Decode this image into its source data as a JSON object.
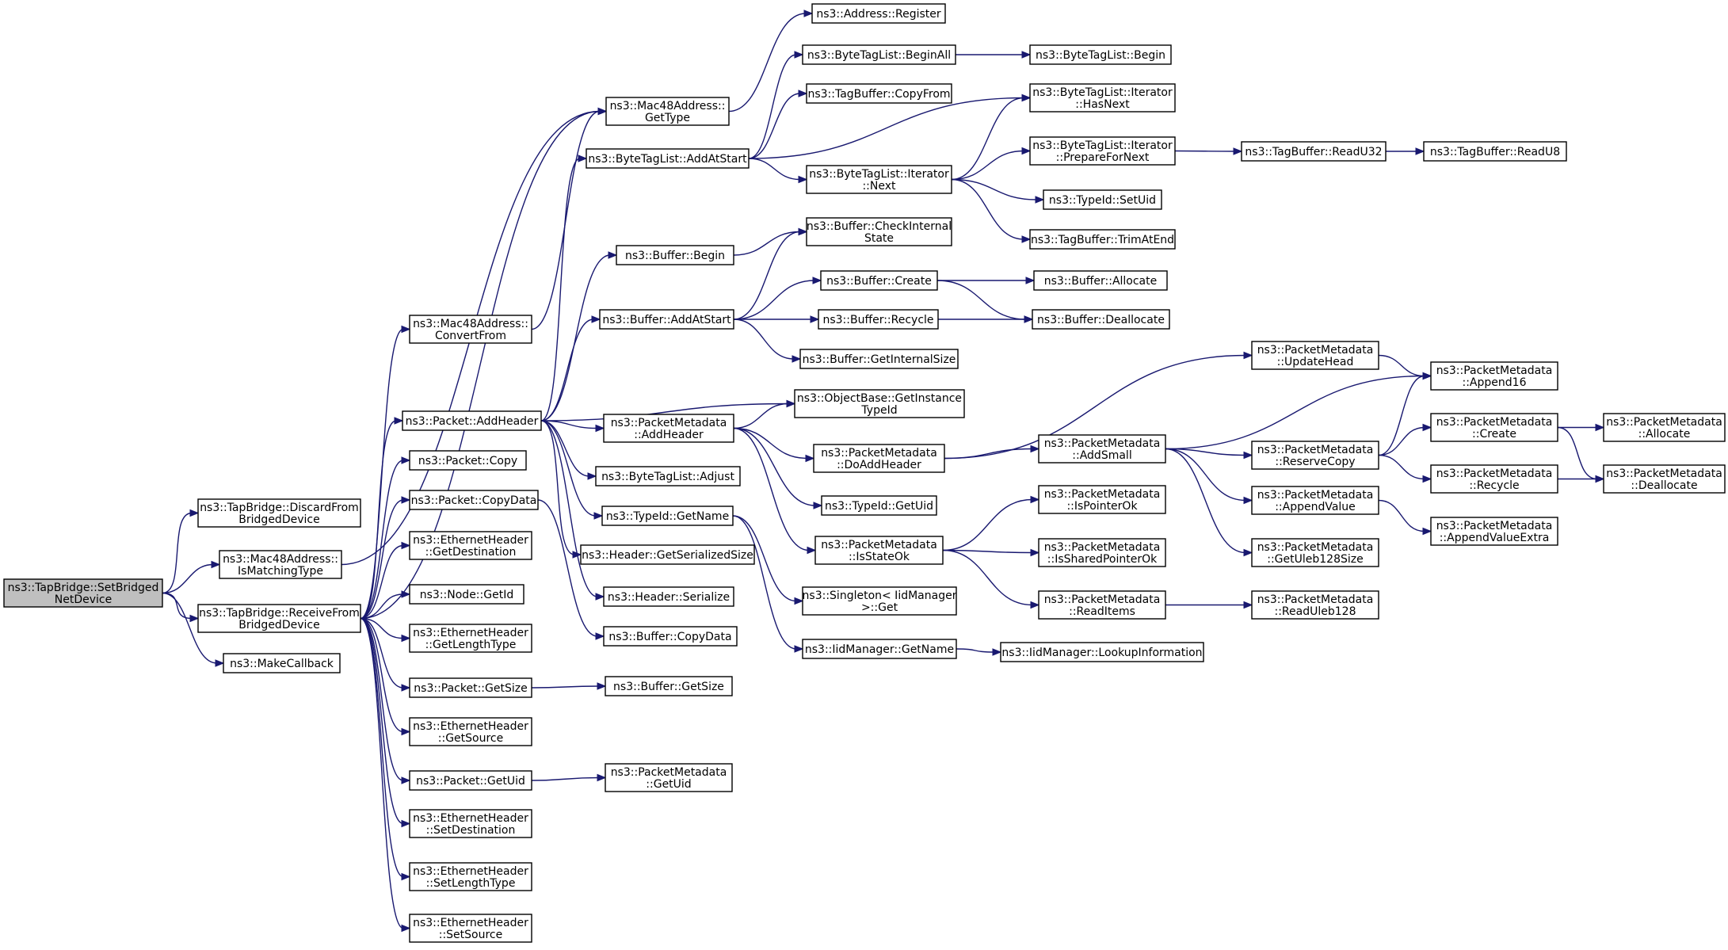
{
  "graph": {
    "root": "setbridged",
    "nodes": [
      {
        "id": "setbridged",
        "lines": [
          "ns3::TapBridge::SetBridged",
          "NetDevice"
        ]
      },
      {
        "id": "discardfrom",
        "lines": [
          "ns3::TapBridge::DiscardFrom",
          "BridgedDevice"
        ]
      },
      {
        "id": "ismatching",
        "lines": [
          "ns3::Mac48Address::",
          "IsMatchingType"
        ]
      },
      {
        "id": "receivefrom",
        "lines": [
          "ns3::TapBridge::ReceiveFrom",
          "BridgedDevice"
        ]
      },
      {
        "id": "makecallback",
        "lines": [
          "ns3::MakeCallback"
        ]
      },
      {
        "id": "convertfrom",
        "lines": [
          "ns3::Mac48Address::",
          "ConvertFrom"
        ]
      },
      {
        "id": "addheader",
        "lines": [
          "ns3::Packet::AddHeader"
        ]
      },
      {
        "id": "pcopy",
        "lines": [
          "ns3::Packet::Copy"
        ]
      },
      {
        "id": "pcopydata",
        "lines": [
          "ns3::Packet::CopyData"
        ]
      },
      {
        "id": "ethgetdest",
        "lines": [
          "ns3::EthernetHeader",
          "::GetDestination"
        ]
      },
      {
        "id": "nodegetid",
        "lines": [
          "ns3::Node::GetId"
        ]
      },
      {
        "id": "ethgetlen",
        "lines": [
          "ns3::EthernetHeader",
          "::GetLengthType"
        ]
      },
      {
        "id": "pgetsize",
        "lines": [
          "ns3::Packet::GetSize"
        ]
      },
      {
        "id": "ethgetsrc",
        "lines": [
          "ns3::EthernetHeader",
          "::GetSource"
        ]
      },
      {
        "id": "pgetuid",
        "lines": [
          "ns3::Packet::GetUid"
        ]
      },
      {
        "id": "ethsetdest",
        "lines": [
          "ns3::EthernetHeader",
          "::SetDestination"
        ]
      },
      {
        "id": "ethsetlen",
        "lines": [
          "ns3::EthernetHeader",
          "::SetLengthType"
        ]
      },
      {
        "id": "ethsetsrc",
        "lines": [
          "ns3::EthernetHeader",
          "::SetSource"
        ]
      },
      {
        "id": "mgettype",
        "lines": [
          "ns3::Mac48Address::",
          "GetType"
        ]
      },
      {
        "id": "btladdatstart",
        "lines": [
          "ns3::ByteTagList::AddAtStart"
        ]
      },
      {
        "id": "bufbegin",
        "lines": [
          "ns3::Buffer::Begin"
        ]
      },
      {
        "id": "bufaddatstart",
        "lines": [
          "ns3::Buffer::AddAtStart"
        ]
      },
      {
        "id": "pmaddheader",
        "lines": [
          "ns3::PacketMetadata",
          "::AddHeader"
        ]
      },
      {
        "id": "btladjust",
        "lines": [
          "ns3::ByteTagList::Adjust"
        ]
      },
      {
        "id": "typeidgetname",
        "lines": [
          "ns3::TypeId::GetName"
        ]
      },
      {
        "id": "hdrgetser",
        "lines": [
          "ns3::Header::GetSerializedSize"
        ]
      },
      {
        "id": "hdrser",
        "lines": [
          "ns3::Header::Serialize"
        ]
      },
      {
        "id": "bufcopydata",
        "lines": [
          "ns3::Buffer::CopyData"
        ]
      },
      {
        "id": "bufgetsize",
        "lines": [
          "ns3::Buffer::GetSize"
        ]
      },
      {
        "id": "pmgetuid",
        "lines": [
          "ns3::PacketMetadata",
          "::GetUid"
        ]
      },
      {
        "id": "addrregister",
        "lines": [
          "ns3::Address::Register"
        ]
      },
      {
        "id": "btlbeginall",
        "lines": [
          "ns3::ByteTagList::BeginAll"
        ]
      },
      {
        "id": "tagbufcopyfrom",
        "lines": [
          "ns3::TagBuffer::CopyFrom"
        ]
      },
      {
        "id": "btliternext",
        "lines": [
          "ns3::ByteTagList::Iterator",
          "::Next"
        ]
      },
      {
        "id": "bufcheckint",
        "lines": [
          "ns3::Buffer::CheckInternal",
          "State"
        ]
      },
      {
        "id": "bufcreate",
        "lines": [
          "ns3::Buffer::Create"
        ]
      },
      {
        "id": "bufrecycle",
        "lines": [
          "ns3::Buffer::Recycle"
        ]
      },
      {
        "id": "bufgetint",
        "lines": [
          "ns3::Buffer::GetInternalSize"
        ]
      },
      {
        "id": "objgetinst",
        "lines": [
          "ns3::ObjectBase::GetInstance",
          "TypeId"
        ]
      },
      {
        "id": "pmdoaddheader",
        "lines": [
          "ns3::PacketMetadata",
          "::DoAddHeader"
        ]
      },
      {
        "id": "typeidgetuid",
        "lines": [
          "ns3::TypeId::GetUid"
        ]
      },
      {
        "id": "pmisstateok",
        "lines": [
          "ns3::PacketMetadata",
          "::IsStateOk"
        ]
      },
      {
        "id": "singletonget",
        "lines": [
          "ns3::Singleton< IidManager",
          "&gt;::Get"
        ]
      },
      {
        "id": "iidgetname",
        "lines": [
          "ns3::IidManager::GetName"
        ]
      },
      {
        "id": "btlbegin",
        "lines": [
          "ns3::ByteTagList::Begin"
        ]
      },
      {
        "id": "btlhasnext",
        "lines": [
          "ns3::ByteTagList::Iterator",
          "::HasNext"
        ]
      },
      {
        "id": "btlprepare",
        "lines": [
          "ns3::ByteTagList::Iterator",
          "::PrepareForNext"
        ]
      },
      {
        "id": "typeidsetuid",
        "lines": [
          "ns3::TypeId::SetUid"
        ]
      },
      {
        "id": "tagbuftrim",
        "lines": [
          "ns3::TagBuffer::TrimAtEnd"
        ]
      },
      {
        "id": "bufallocate",
        "lines": [
          "ns3::Buffer::Allocate"
        ]
      },
      {
        "id": "bufdealloc",
        "lines": [
          "ns3::Buffer::Deallocate"
        ]
      },
      {
        "id": "pmaddsmall",
        "lines": [
          "ns3::PacketMetadata",
          "::AddSmall"
        ]
      },
      {
        "id": "pmupdatehead",
        "lines": [
          "ns3::PacketMetadata",
          "::UpdateHead"
        ]
      },
      {
        "id": "pmispointer",
        "lines": [
          "ns3::PacketMetadata",
          "::IsPointerOk"
        ]
      },
      {
        "id": "pmisshared",
        "lines": [
          "ns3::PacketMetadata",
          "::IsSharedPointerOk"
        ]
      },
      {
        "id": "pmreaditems",
        "lines": [
          "ns3::PacketMetadata",
          "::ReadItems"
        ]
      },
      {
        "id": "iidlookup",
        "lines": [
          "ns3::IidManager::LookupInformation"
        ]
      },
      {
        "id": "tagbufreadu32",
        "lines": [
          "ns3::TagBuffer::ReadU32"
        ]
      },
      {
        "id": "tagbufreadu8",
        "lines": [
          "ns3::TagBuffer::ReadU8"
        ]
      },
      {
        "id": "pmreservecopy",
        "lines": [
          "ns3::PacketMetadata",
          "::ReserveCopy"
        ]
      },
      {
        "id": "pmappendvalue",
        "lines": [
          "ns3::PacketMetadata",
          "::AppendValue"
        ]
      },
      {
        "id": "pmgetuleb",
        "lines": [
          "ns3::PacketMetadata",
          "::GetUleb128Size"
        ]
      },
      {
        "id": "pmreaduleb",
        "lines": [
          "ns3::PacketMetadata",
          "::ReadUleb128"
        ]
      },
      {
        "id": "pmappend16",
        "lines": [
          "ns3::PacketMetadata",
          "::Append16"
        ]
      },
      {
        "id": "pmcreate",
        "lines": [
          "ns3::PacketMetadata",
          "::Create"
        ]
      },
      {
        "id": "pmrecycle",
        "lines": [
          "ns3::PacketMetadata",
          "::Recycle"
        ]
      },
      {
        "id": "pmappendextra",
        "lines": [
          "ns3::PacketMetadata",
          "::AppendValueExtra"
        ]
      },
      {
        "id": "pmallocate",
        "lines": [
          "ns3::PacketMetadata",
          "::Allocate"
        ]
      },
      {
        "id": "pmdealloc",
        "lines": [
          "ns3::PacketMetadata",
          "::Deallocate"
        ]
      }
    ],
    "edges": [
      [
        "setbridged",
        "discardfrom"
      ],
      [
        "setbridged",
        "ismatching"
      ],
      [
        "setbridged",
        "receivefrom"
      ],
      [
        "setbridged",
        "makecallback"
      ],
      [
        "ismatching",
        "mgettype"
      ],
      [
        "receivefrom",
        "convertfrom"
      ],
      [
        "receivefrom",
        "addheader"
      ],
      [
        "receivefrom",
        "pcopy"
      ],
      [
        "receivefrom",
        "pcopydata"
      ],
      [
        "receivefrom",
        "ethgetdest"
      ],
      [
        "receivefrom",
        "nodegetid"
      ],
      [
        "receivefrom",
        "ethgetlen"
      ],
      [
        "receivefrom",
        "pgetsize"
      ],
      [
        "receivefrom",
        "ethgetsrc"
      ],
      [
        "receivefrom",
        "pgetuid"
      ],
      [
        "receivefrom",
        "ethsetdest"
      ],
      [
        "receivefrom",
        "ethsetlen"
      ],
      [
        "receivefrom",
        "ethsetsrc"
      ],
      [
        "receivefrom",
        "mgettype"
      ],
      [
        "convertfrom",
        "mgettype"
      ],
      [
        "addheader",
        "btladdatstart"
      ],
      [
        "addheader",
        "bufbegin"
      ],
      [
        "addheader",
        "bufaddatstart"
      ],
      [
        "addheader",
        "pmaddheader"
      ],
      [
        "addheader",
        "btladjust"
      ],
      [
        "addheader",
        "typeidgetname"
      ],
      [
        "addheader",
        "hdrgetser"
      ],
      [
        "addheader",
        "hdrser"
      ],
      [
        "addheader",
        "objgetinst"
      ],
      [
        "pcopydata",
        "bufcopydata"
      ],
      [
        "pgetsize",
        "bufgetsize"
      ],
      [
        "pgetuid",
        "pmgetuid"
      ],
      [
        "mgettype",
        "addrregister"
      ],
      [
        "btladdatstart",
        "btlbeginall"
      ],
      [
        "btladdatstart",
        "tagbufcopyfrom"
      ],
      [
        "btladdatstart",
        "btliternext"
      ],
      [
        "btladdatstart",
        "btlhasnext"
      ],
      [
        "bufbegin",
        "bufcheckint"
      ],
      [
        "bufaddatstart",
        "bufcheckint"
      ],
      [
        "bufaddatstart",
        "bufcreate"
      ],
      [
        "bufaddatstart",
        "bufrecycle"
      ],
      [
        "bufaddatstart",
        "bufgetint"
      ],
      [
        "pmaddheader",
        "objgetinst"
      ],
      [
        "pmaddheader",
        "pmdoaddheader"
      ],
      [
        "pmaddheader",
        "typeidgetuid"
      ],
      [
        "pmaddheader",
        "pmisstateok"
      ],
      [
        "typeidgetname",
        "singletonget"
      ],
      [
        "typeidgetname",
        "iidgetname"
      ],
      [
        "btlbeginall",
        "btlbegin"
      ],
      [
        "btliternext",
        "btlhasnext"
      ],
      [
        "btliternext",
        "btlprepare"
      ],
      [
        "btliternext",
        "typeidsetuid"
      ],
      [
        "btliternext",
        "tagbuftrim"
      ],
      [
        "bufcreate",
        "bufallocate"
      ],
      [
        "bufcreate",
        "bufdealloc"
      ],
      [
        "bufrecycle",
        "bufdealloc"
      ],
      [
        "pmdoaddheader",
        "pmupdatehead"
      ],
      [
        "pmdoaddheader",
        "pmaddsmall"
      ],
      [
        "pmisstateok",
        "pmispointer"
      ],
      [
        "pmisstateok",
        "pmisshared"
      ],
      [
        "pmisstateok",
        "pmreaditems"
      ],
      [
        "iidgetname",
        "iidlookup"
      ],
      [
        "btlprepare",
        "tagbufreadu32"
      ],
      [
        "tagbufreadu32",
        "tagbufreadu8"
      ],
      [
        "pmaddsmall",
        "pmappend16"
      ],
      [
        "pmaddsmall",
        "pmreservecopy"
      ],
      [
        "pmaddsmall",
        "pmappendvalue"
      ],
      [
        "pmaddsmall",
        "pmgetuleb"
      ],
      [
        "pmupdatehead",
        "pmappend16"
      ],
      [
        "pmreaditems",
        "pmreaduleb"
      ],
      [
        "pmreservecopy",
        "pmappend16"
      ],
      [
        "pmreservecopy",
        "pmcreate"
      ],
      [
        "pmreservecopy",
        "pmrecycle"
      ],
      [
        "pmappendvalue",
        "pmappendextra"
      ],
      [
        "pmcreate",
        "pmallocate"
      ],
      [
        "pmcreate",
        "pmdealloc"
      ],
      [
        "pmrecycle",
        "pmdealloc"
      ]
    ]
  }
}
